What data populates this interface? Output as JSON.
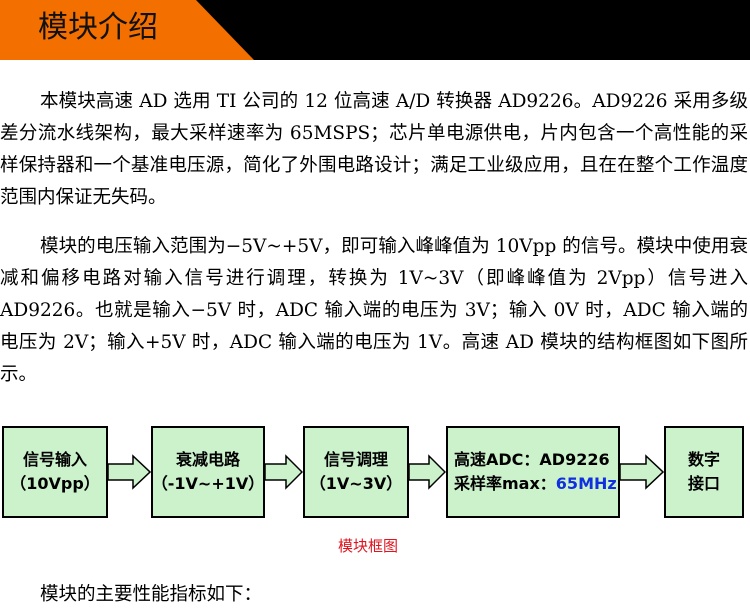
{
  "header": {
    "title": "模块介绍",
    "colors": {
      "accent": "#f36f00",
      "band": "#000000"
    }
  },
  "paragraphs": [
    "本模块高速 AD 选用 TI 公司的 12 位高速 A/D 转换器 AD9226。AD9226 采用多级差分流水线架构，最大采样速率为 65MSPS；芯片单电源供电，片内包含一个高性能的采样保持器和一个基准电压源，简化了外围电路设计；满足工业级应用，且在在整个工作温度范围内保证无失码。",
    "模块的电压输入范围为−5V~+5V，即可输入峰峰值为 10Vpp 的信号。模块中使用衰减和偏移电路对输入信号进行调理，转换为 1V~3V（即峰峰值为 2Vpp）信号进入 AD9226。也就是输入−5V 时，ADC 输入端的电压为 3V；输入 0V 时，ADC 输入端的电压为 2V；输入+5V 时，ADC 输入端的电压为 1V。高速 AD 模块的结构框图如下图所示。",
    "模块的主要性能指标如下："
  ],
  "diagram": {
    "blocks": [
      {
        "line1": "信号输入",
        "line2": "（10Vpp）"
      },
      {
        "line1": "衰减电路",
        "line2": "（-1V~+1V）"
      },
      {
        "line1": "信号调理",
        "line2": "（1V~3V）"
      },
      {
        "line1": "高速ADC：AD9226",
        "line2_prefix": "采样率max：",
        "line2_highlight": "65MHz"
      },
      {
        "line1": "数字",
        "line2": "接口"
      }
    ],
    "block_fill": "#ccf2cc",
    "highlight_color": "#1030e0",
    "caption": "模块框图",
    "caption_color": "#e0141e"
  }
}
